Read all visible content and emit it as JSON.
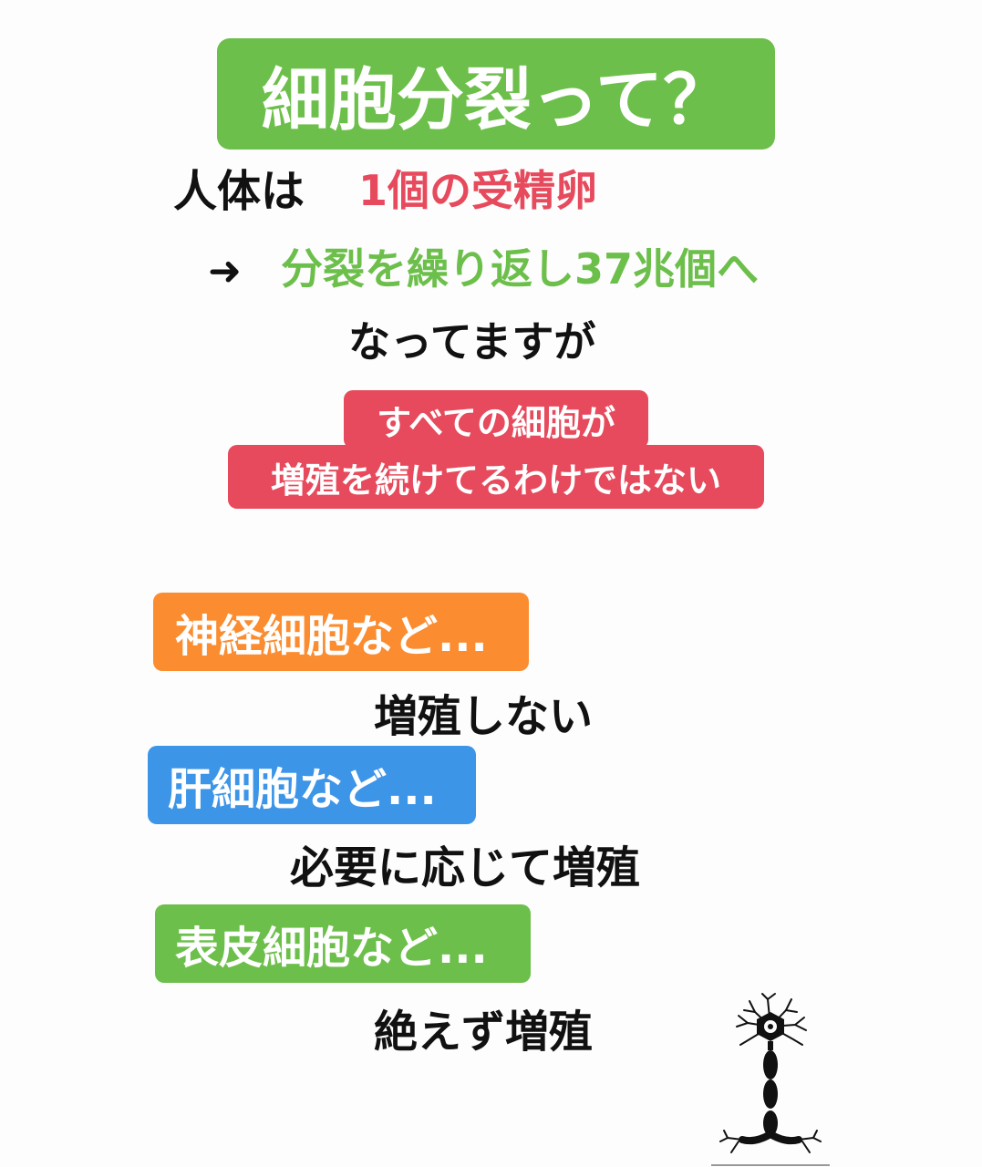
{
  "colors": {
    "green": "#6dbf4b",
    "red": "#e64a5c",
    "orange": "#fb8c2f",
    "blue": "#3d95e8",
    "text": "#111111"
  },
  "title": "細胞分裂って？",
  "line1": {
    "lead": "人体は",
    "highlight": "1個の受精卵"
  },
  "line2": {
    "arrow": "➜",
    "text": "分裂を繰り返し37兆個へ"
  },
  "line3": "なってますが",
  "note": {
    "line1": "すべての細胞が",
    "line2": "増殖を続けてるわけではない"
  },
  "categories": [
    {
      "label": "神経細胞など...",
      "desc": "増殖しない",
      "color": "orange"
    },
    {
      "label": "肝細胞など...",
      "desc": "必要に応じて増殖",
      "color": "blue"
    },
    {
      "label": "表皮細胞など...",
      "desc": "絶えず増殖",
      "color": "green"
    }
  ],
  "illustration": "neuron-icon"
}
